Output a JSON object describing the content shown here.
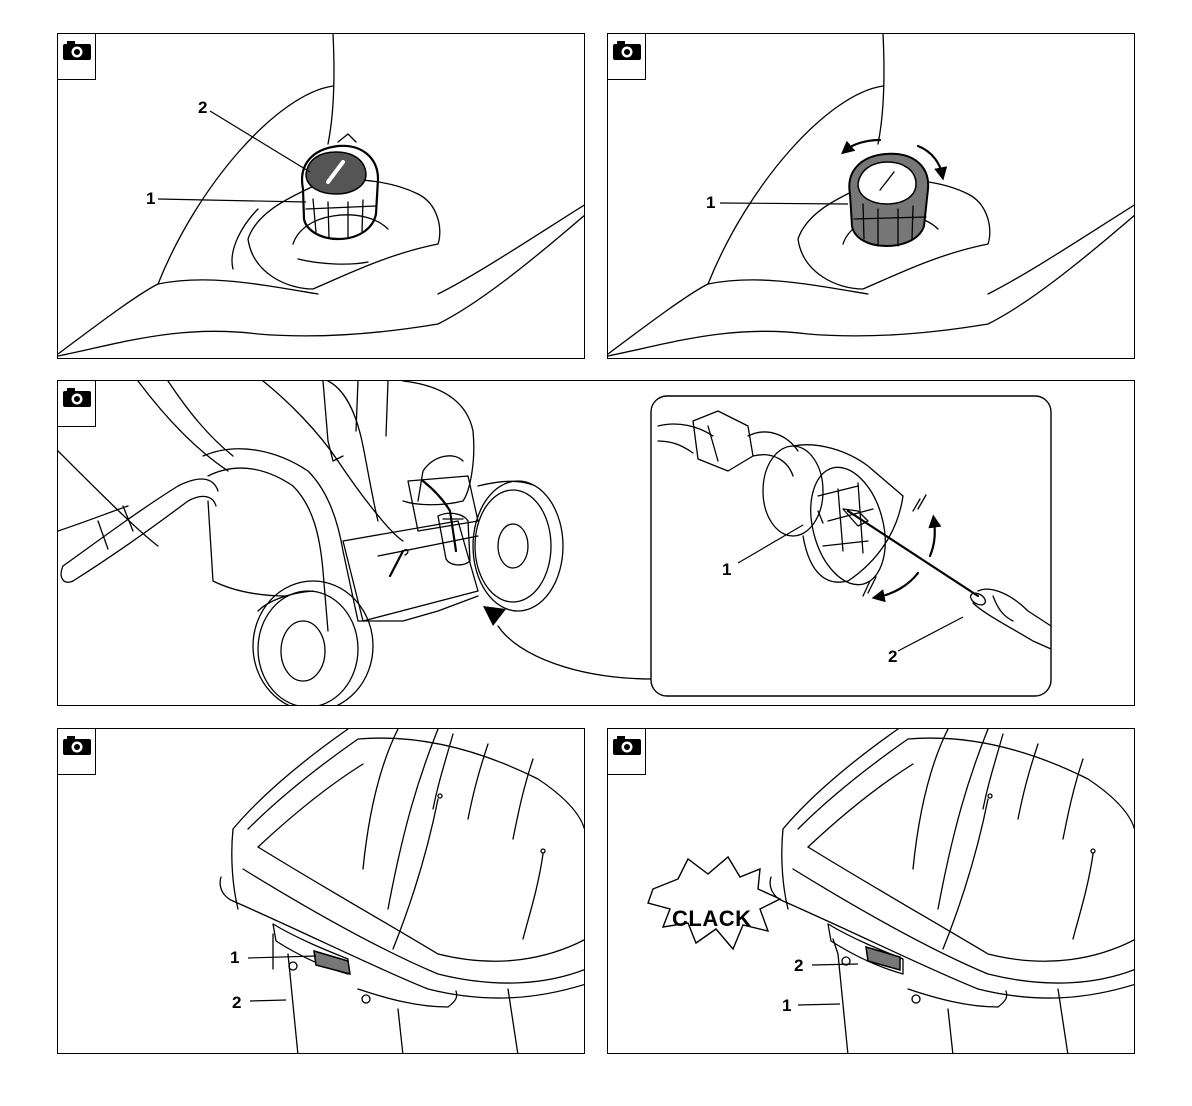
{
  "panels": [
    {
      "id": "p1",
      "icon": "camera-icon",
      "callouts": [
        "1",
        "2"
      ]
    },
    {
      "id": "p2",
      "icon": "camera-icon",
      "callouts": [
        "1"
      ]
    },
    {
      "id": "p3",
      "icon": "camera-icon",
      "callouts": [
        "1",
        "2"
      ]
    },
    {
      "id": "p4",
      "icon": "camera-icon",
      "callouts": [
        "1",
        "2"
      ]
    },
    {
      "id": "p5",
      "icon": "camera-icon",
      "callouts": [
        "2",
        "1"
      ],
      "sound": "CLACK"
    }
  ]
}
